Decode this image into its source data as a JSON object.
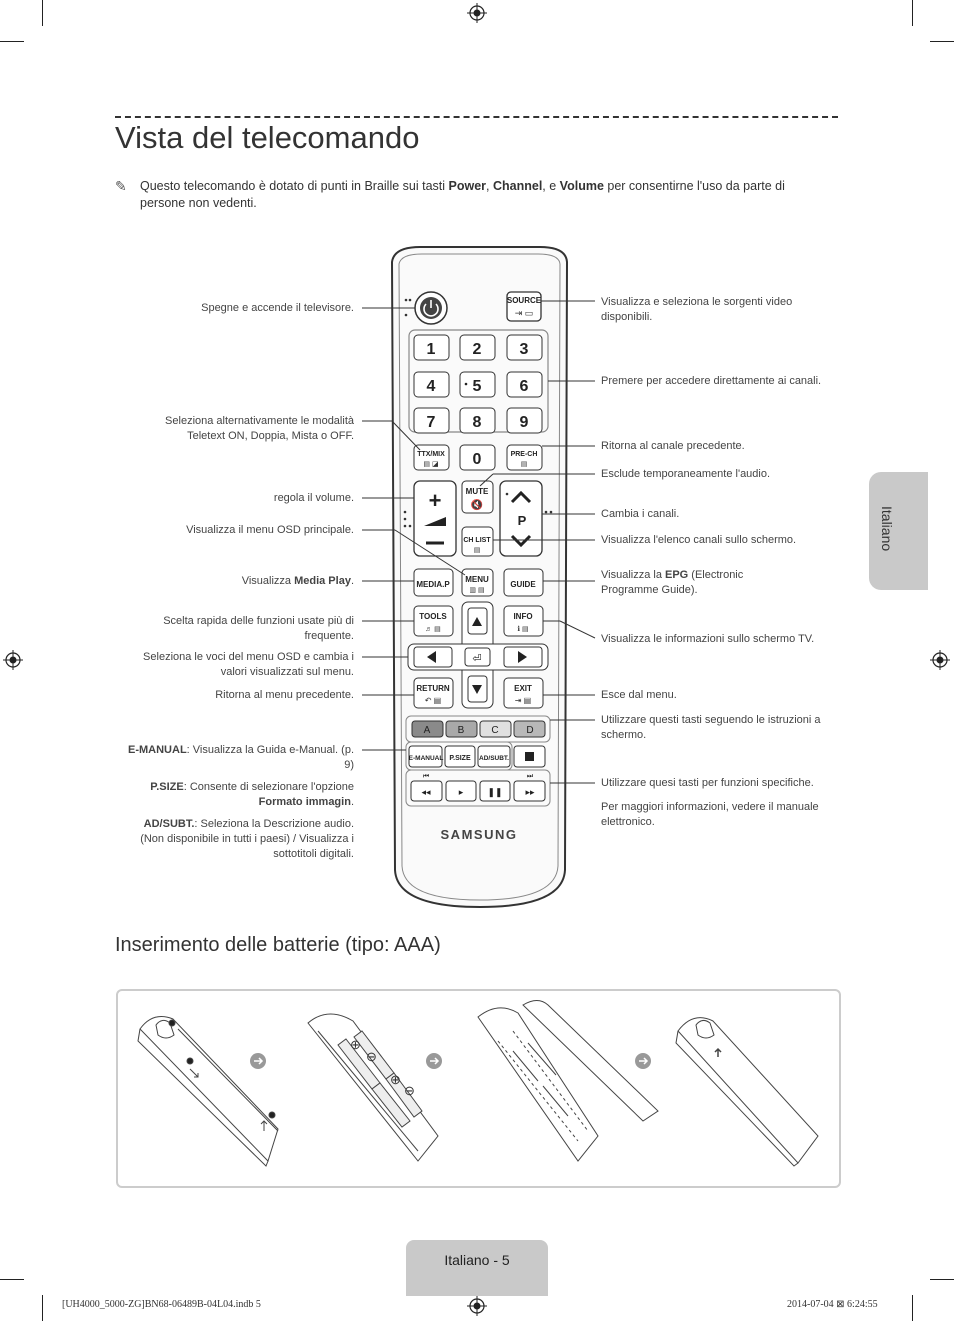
{
  "title": "Vista del telecomando",
  "note": {
    "icon": "pencil-note-icon",
    "text_a": "Questo telecomando è dotato di punti in Braille sui tasti ",
    "b1": "Power",
    "sep1": ", ",
    "b2": "Channel",
    "sep2": ", e ",
    "b3": "Volume",
    "text_b": " per consentirne l'uso da parte di persone non vedenti."
  },
  "remote": {
    "keys": {
      "source": "SOURCE",
      "n1": "1",
      "n2": "2",
      "n3": "3",
      "n4": "4",
      "n5": "5",
      "n6": "6",
      "n7": "7",
      "n8": "8",
      "n9": "9",
      "n0": "0",
      "ttx": "TTX/MIX",
      "prech": "PRE-CH",
      "mute": "MUTE",
      "p": "P",
      "chlist": "CH LIST",
      "mediap": "MEDIA.P",
      "menu": "MENU",
      "guide": "GUIDE",
      "tools": "TOOLS",
      "info": "INFO",
      "return": "RETURN",
      "exit": "EXIT",
      "a": "A",
      "b": "B",
      "c": "C",
      "d": "D",
      "emanual": "E-MANUAL",
      "psize": "P.SIZE",
      "adsubt": "AD/SUBT.",
      "brand": "SAMSUNG"
    }
  },
  "labels_left": {
    "power": "Spegne e accende il televisore.",
    "ttx": "Seleziona alternativamente le modalità Teletext ON, Doppia, Mista o OFF.",
    "volume": "regola il volume.",
    "menu": "Visualizza il menu OSD principale.",
    "mediap_a": "Visualizza ",
    "mediap_b": "Media Play",
    "mediap_c": ".",
    "tools": "Scelta rapida delle funzioni usate più di frequente.",
    "nav": "Seleziona le voci del menu OSD e cambia i valori visualizzati sul menu.",
    "return": "Ritorna al menu precedente.",
    "emanual_b": "E-MANUAL",
    "emanual_t": ": Visualizza la Guida e-Manual. (p. 9)",
    "psize_b": "P.SIZE",
    "psize_t": ": Consente di selezionare l'opzione ",
    "psize_b2": "Formato immagin",
    "psize_t2": ".",
    "adsubt_b": "AD/SUBT.",
    "adsubt_t": ": Seleziona la Descrizione audio. (Non disponibile in tutti i paesi) / Visualizza i sottotitoli digitali."
  },
  "labels_right": {
    "source": "Visualizza e seleziona le sorgenti video disponibili.",
    "numbers": "Premere per accedere direttamente ai canali.",
    "prech": "Ritorna al canale precedente.",
    "mute": "Esclude temporaneamente l'audio.",
    "channel": "Cambia i canali.",
    "chlist": "Visualizza l'elenco canali sullo schermo.",
    "guide_a": "Visualizza la ",
    "guide_b": "EPG",
    "guide_c": " (Electronic Programme Guide).",
    "info": "Visualizza le informazioni sullo schermo TV.",
    "exit": "Esce dal menu.",
    "color": "Utilizzare questi tasti seguendo le istruzioni a schermo.",
    "media": "Utilizzare quesi tasti per funzioni specifiche.",
    "media2": "Per maggiori informazioni, vedere il manuale elettronico."
  },
  "battery": {
    "title": "Inserimento delle batterie (tipo: AAA)",
    "plus": "⊕",
    "minus": "⊖"
  },
  "side_tab": "Italiano",
  "footer": {
    "page": "Italiano - 5",
    "file": "[UH4000_5000-ZG]BN68-06489B-04L04.indb   5",
    "date": "2014-07-04   ⊠ 6:24:55"
  }
}
